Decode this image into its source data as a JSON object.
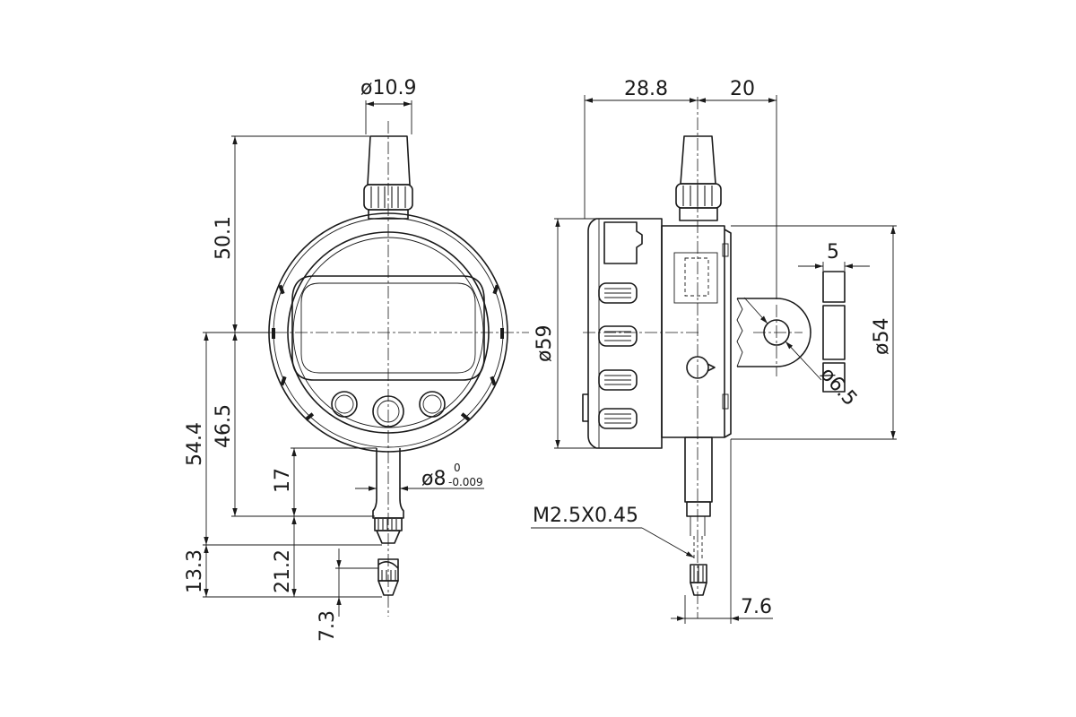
{
  "dimensions": {
    "d_cap": "ø10.9",
    "h_top": "50.1",
    "h_544": "54.4",
    "h_465": "46.5",
    "h_17": "17",
    "h_133": "13.3",
    "h_212": "21.2",
    "h_73": "7.3",
    "d_stem": "ø8",
    "tol_upper": "0",
    "tol_lower": "-0.009",
    "w_288": "28.8",
    "w_20": "20",
    "d_59": "ø59",
    "w_5": "5",
    "d_54": "ø54",
    "d_65": "ø6.5",
    "thread": "M2.5X0.45",
    "w_76": "7.6"
  }
}
